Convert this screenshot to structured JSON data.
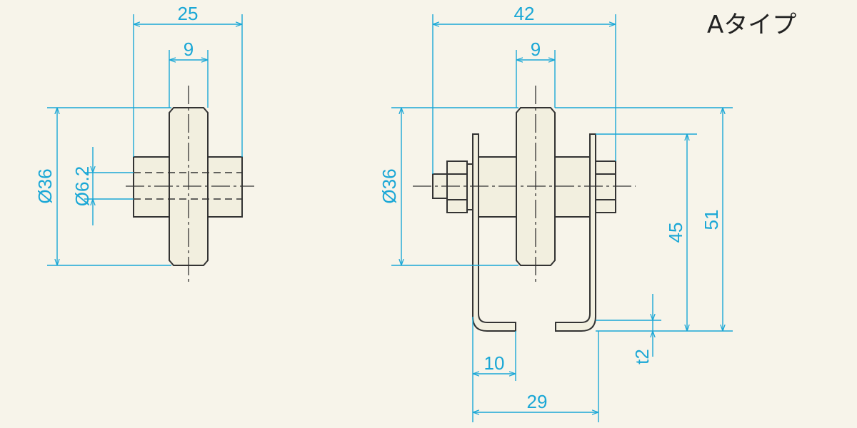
{
  "title": "Aタイプ",
  "left_view": {
    "dims": {
      "width_total": "25",
      "wheel_width": "9",
      "wheel_dia": "Ø36",
      "bore_dia": "Ø6.2"
    }
  },
  "right_view": {
    "dims": {
      "width_total": "42",
      "wheel_width": "9",
      "wheel_dia": "Ø36",
      "height_45": "45",
      "height_51": "51",
      "thickness": "t2",
      "lip": "10",
      "bracket_width": "29"
    }
  },
  "colors": {
    "dimension": "#1aa7d6",
    "line": "#333333",
    "background": "#f7f4ea"
  }
}
